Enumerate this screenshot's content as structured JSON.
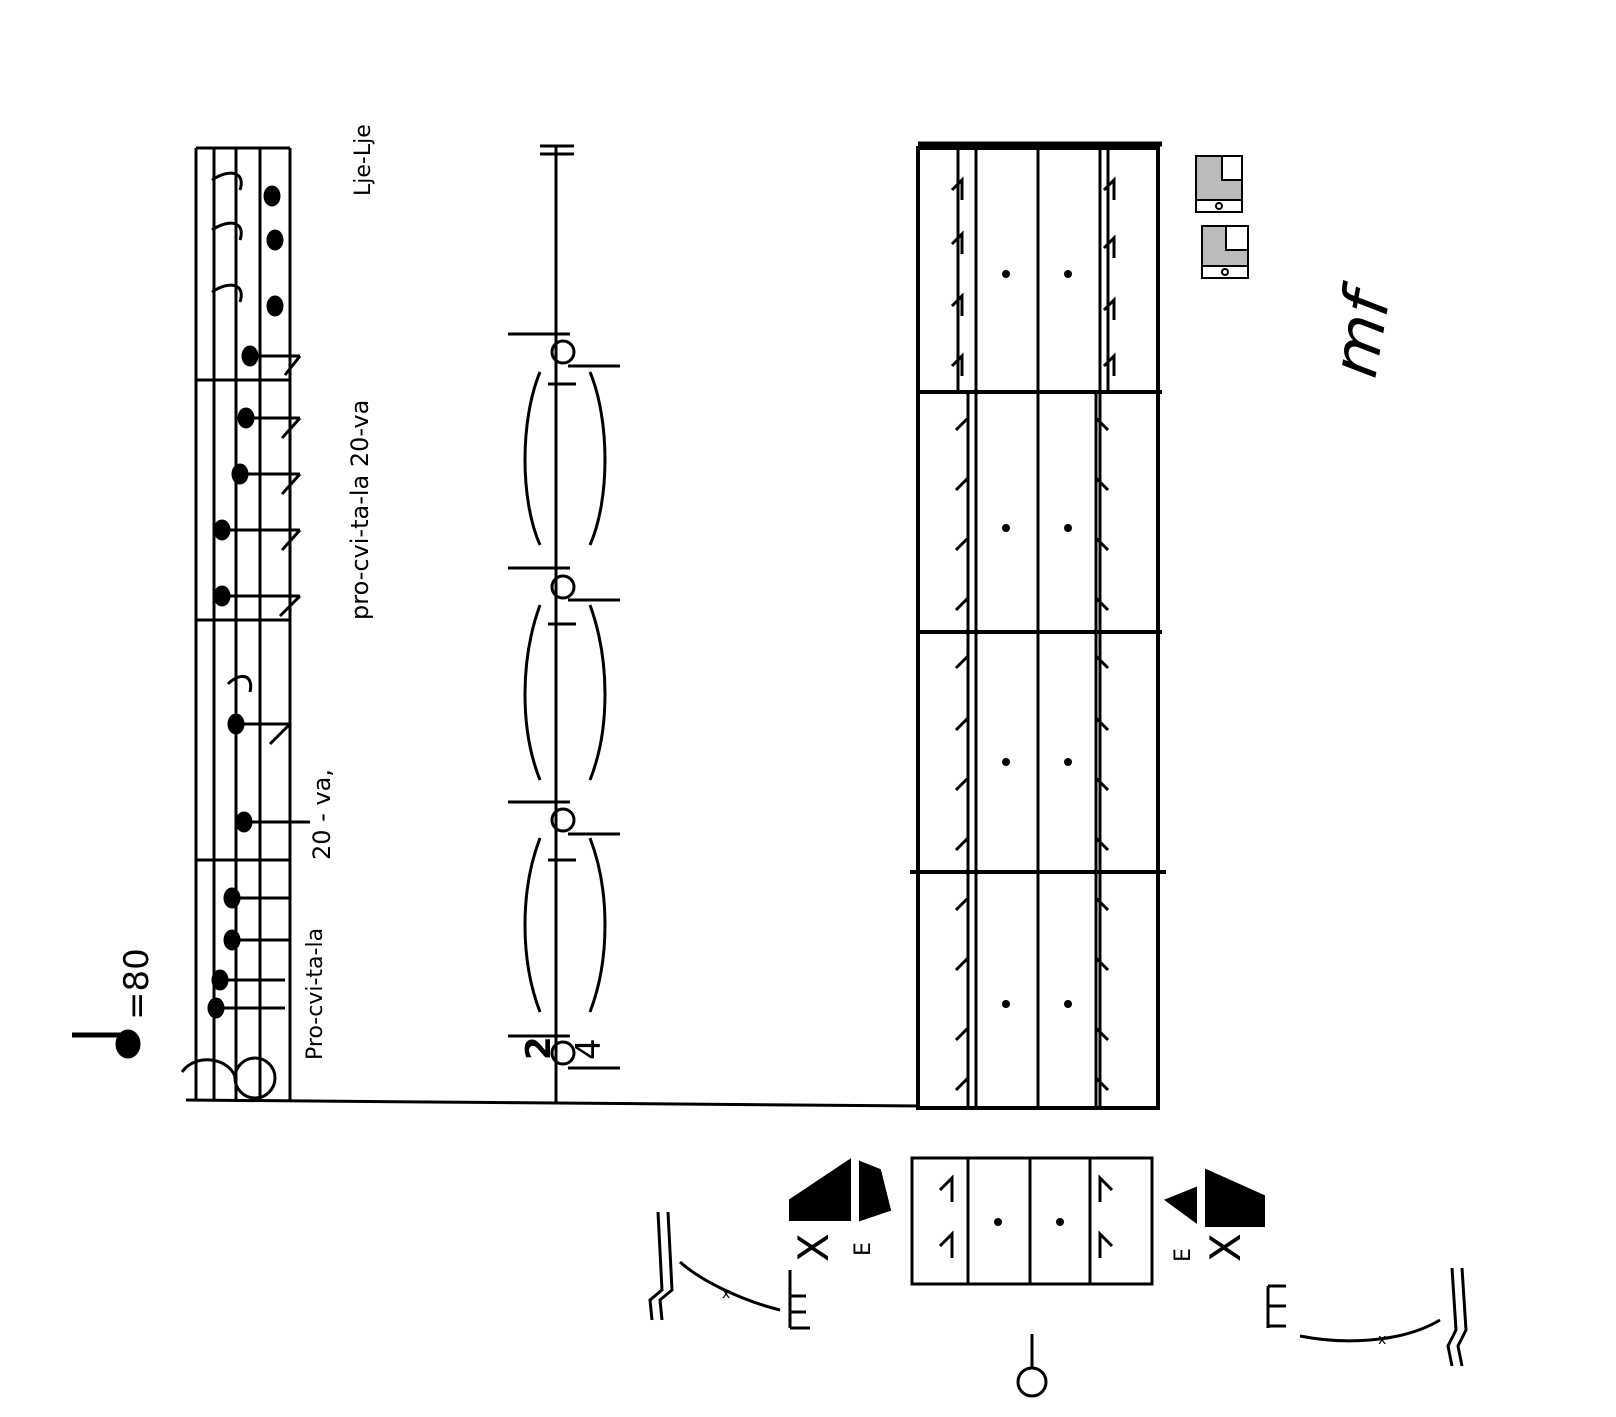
{
  "score": {
    "tempo_marking": {
      "note_symbol": "quarter-note-icon",
      "text": "=80"
    },
    "time_signature": {
      "top": "2",
      "bottom": "4"
    },
    "lyrics": {
      "group1": "Pro-cvi-ta-la",
      "group2": "20 - va,",
      "group3": "pro-cvi-ta-la 20-va",
      "group4": "Lje-Lje"
    },
    "dynamic": "mf",
    "footing_labels": {
      "left": "X",
      "right": "X",
      "left_small": "E",
      "right_small": "E"
    },
    "small_x_marks": [
      "x",
      "x"
    ],
    "colors": {
      "ink": "#000000",
      "paper": "#ffffff"
    }
  }
}
